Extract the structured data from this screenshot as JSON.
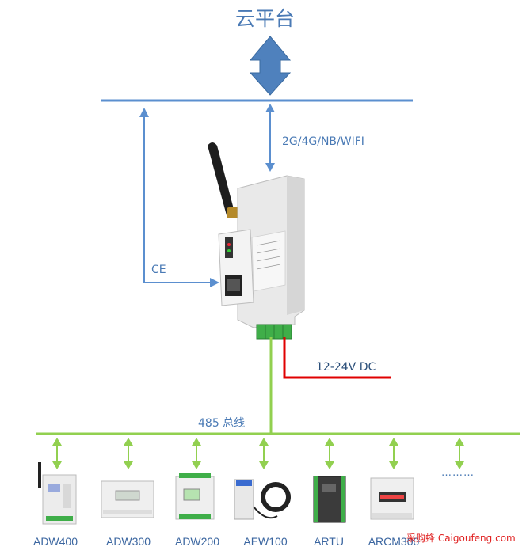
{
  "cloud_title": "云平台",
  "wireless_label": "2G/4G/NB/WIFI",
  "ce_label": "CE",
  "power_label": "12-24V DC",
  "bus_label": "485 总线",
  "devices": [
    {
      "label": "ADW400"
    },
    {
      "label": "ADW300"
    },
    {
      "label": "ADW200"
    },
    {
      "label": "AEW100"
    },
    {
      "label": "ARTU"
    },
    {
      "label": "ARCM300"
    }
  ],
  "ellipsis": "………",
  "watermark": "采购蜂 Caigoufeng.com",
  "colors": {
    "blue_line": "#5b8fcf",
    "green_line": "#92d050",
    "red_line": "#e00000",
    "arrow_fill": "#4f81bd"
  }
}
